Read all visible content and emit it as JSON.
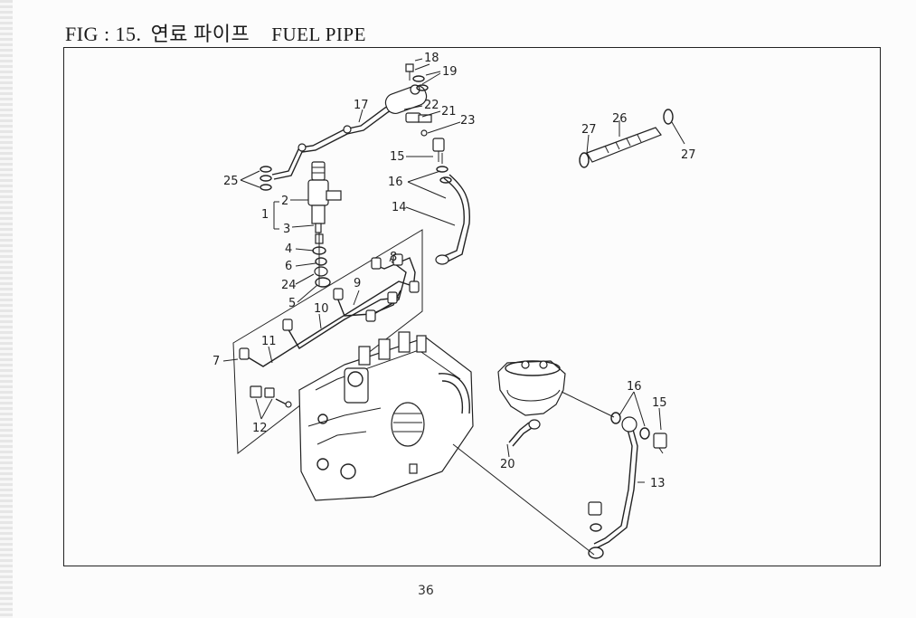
{
  "figure": {
    "prefix": "FIG : 15.",
    "title_ko": "연료 파이프",
    "title_en": "FUEL PIPE"
  },
  "page_number": "36",
  "callouts": [
    "1",
    "2",
    "3",
    "4",
    "5",
    "6",
    "7",
    "8",
    "9",
    "10",
    "11",
    "12",
    "13",
    "14",
    "15",
    "15",
    "16",
    "16",
    "17",
    "18",
    "19",
    "20",
    "21",
    "22",
    "23",
    "24",
    "25",
    "26",
    "27",
    "27"
  ]
}
